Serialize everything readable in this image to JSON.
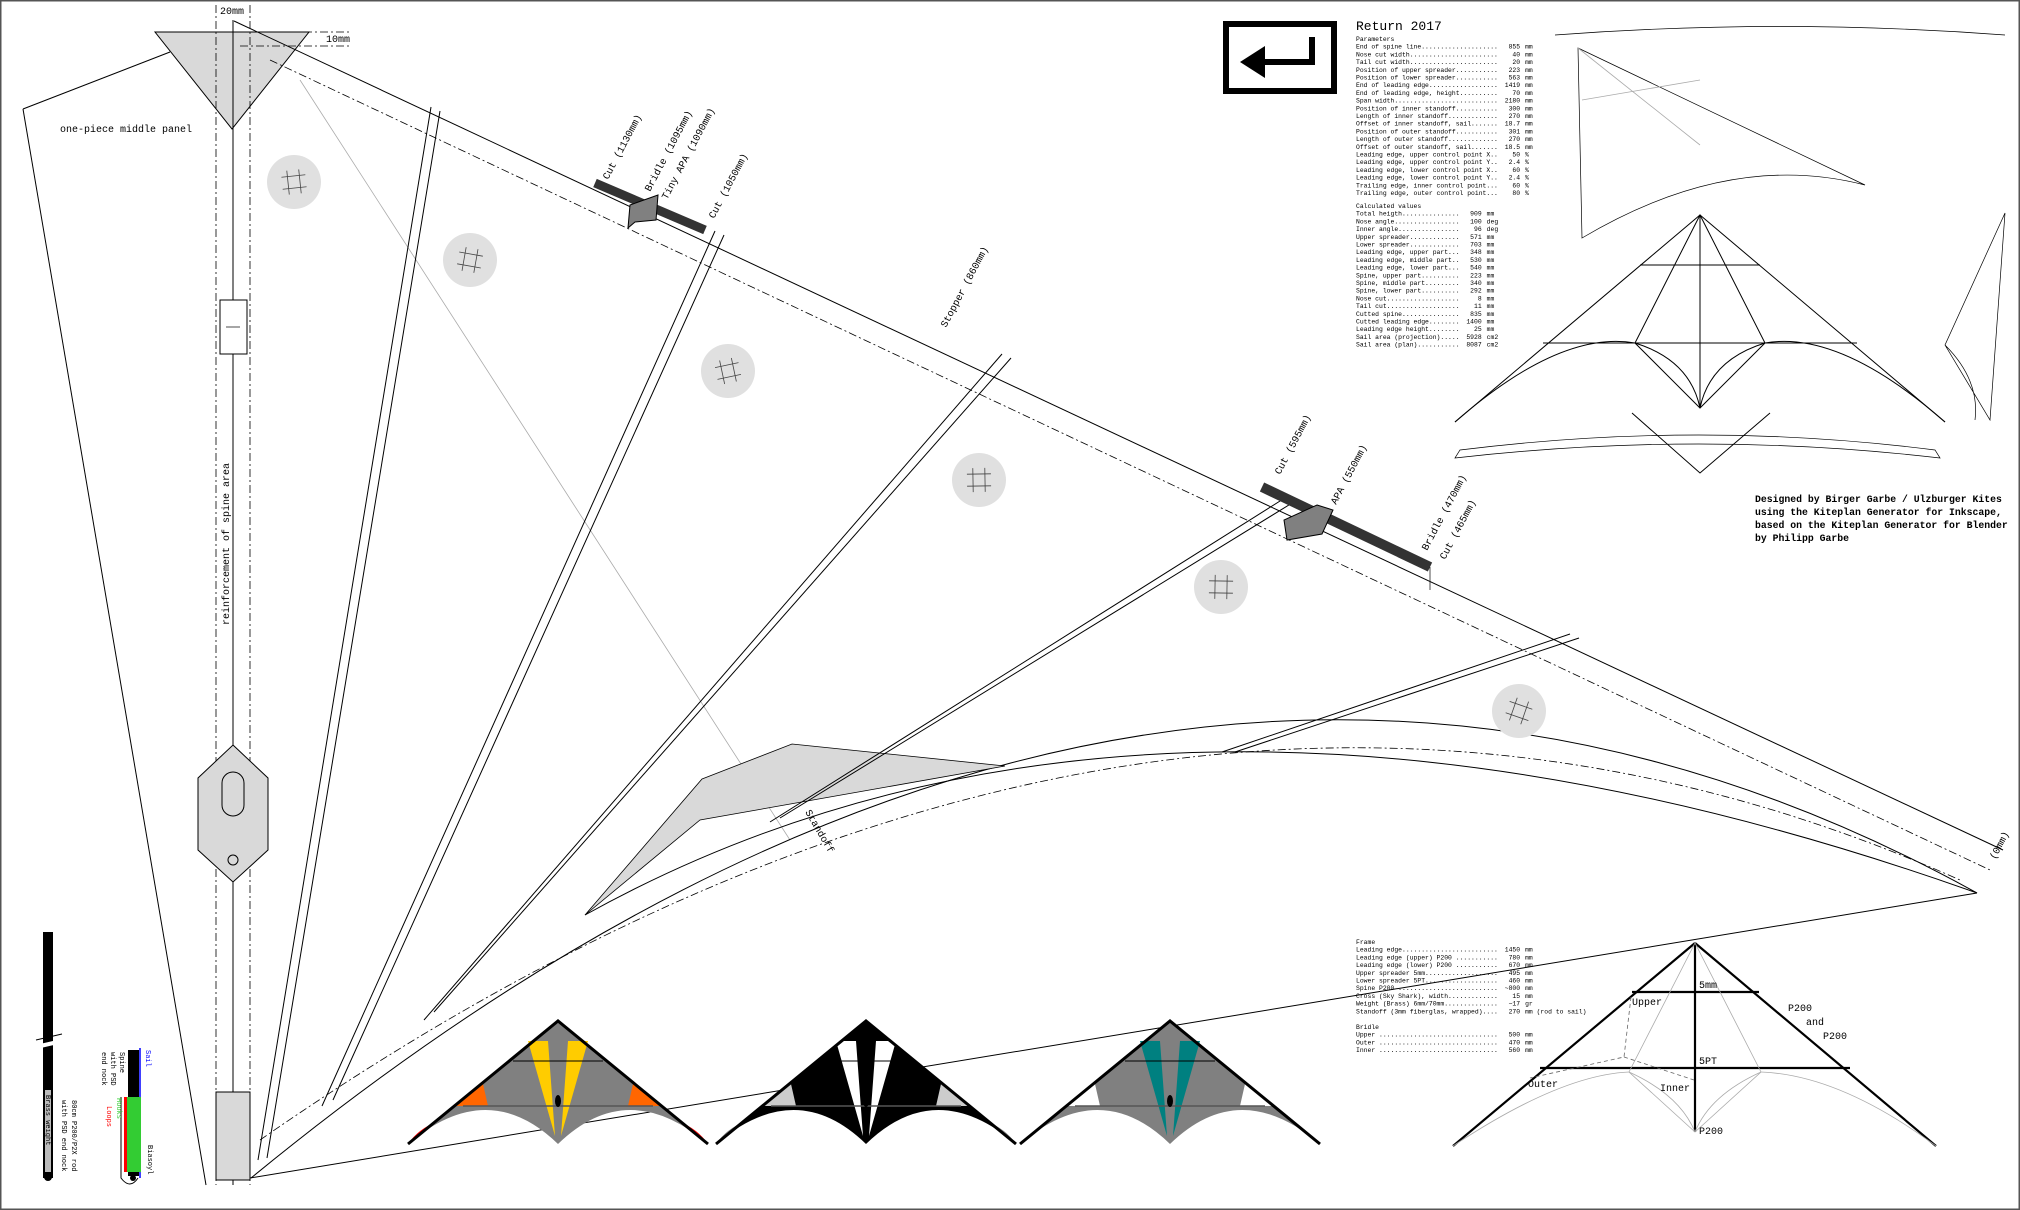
{
  "title": "Return 2017",
  "parameters": {
    "heading": "Parameters",
    "rows": [
      {
        "label": "End of spine line",
        "value": "855",
        "unit": "mm"
      },
      {
        "label": "Nose cut width",
        "value": "40",
        "unit": "mm"
      },
      {
        "label": "Tail cut width",
        "value": "20",
        "unit": "mm"
      },
      {
        "label": "Position of upper spreader",
        "value": "223",
        "unit": "mm"
      },
      {
        "label": "Position of lower spreader",
        "value": "563",
        "unit": "mm"
      },
      {
        "label": "End of leading edge",
        "value": "1419",
        "unit": "mm"
      },
      {
        "label": "End of leading edge, height",
        "value": "70",
        "unit": "mm"
      },
      {
        "label": "Span width",
        "value": "2180",
        "unit": "mm"
      },
      {
        "label": "Position of inner standoff",
        "value": "300",
        "unit": "mm"
      },
      {
        "label": "Length of inner standoff",
        "value": "270",
        "unit": "mm"
      },
      {
        "label": "Offset of inner standoff, sail",
        "value": "18.7",
        "unit": "mm"
      },
      {
        "label": "Position of outer standoff",
        "value": "301",
        "unit": "mm"
      },
      {
        "label": "Length of outer standoff",
        "value": "270",
        "unit": "mm"
      },
      {
        "label": "Offset of outer standoff, sail",
        "value": "18.5",
        "unit": "mm"
      },
      {
        "label": "Leading edge, upper control point X",
        "value": "50",
        "unit": "%"
      },
      {
        "label": "Leading edge, upper control point Y",
        "value": "2.4",
        "unit": "%"
      },
      {
        "label": "Leading edge, lower control point X",
        "value": "60",
        "unit": "%"
      },
      {
        "label": "Leading edge, lower control point Y",
        "value": "2.4",
        "unit": "%"
      },
      {
        "label": "Trailing edge, inner control point",
        "value": "60",
        "unit": "%"
      },
      {
        "label": "Trailing edge, outer control point",
        "value": "80",
        "unit": "%"
      }
    ]
  },
  "calculated": {
    "heading": "Calculated values",
    "rows": [
      {
        "label": "Total heigth",
        "value": "909",
        "unit": "mm"
      },
      {
        "label": "Nose angle",
        "value": "100",
        "unit": "deg"
      },
      {
        "label": "Inner angle",
        "value": "96",
        "unit": "deg"
      },
      {
        "label": "Upper spreader",
        "value": "571",
        "unit": "mm"
      },
      {
        "label": "Lower spreader",
        "value": "703",
        "unit": "mm"
      },
      {
        "label": "Leading edge, upper part",
        "value": "348",
        "unit": "mm"
      },
      {
        "label": "Leading edge, middle part",
        "value": "530",
        "unit": "mm"
      },
      {
        "label": "Leading edge, lower part",
        "value": "540",
        "unit": "mm"
      },
      {
        "label": "Spine, upper part",
        "value": "223",
        "unit": "mm"
      },
      {
        "label": "Spine, middle part",
        "value": "340",
        "unit": "mm"
      },
      {
        "label": "Spine, lower part",
        "value": "292",
        "unit": "mm"
      },
      {
        "label": "Nose cut",
        "value": "8",
        "unit": "mm"
      },
      {
        "label": "Tail cut",
        "value": "11",
        "unit": "mm"
      },
      {
        "label": "Cutted spine",
        "value": "835",
        "unit": "mm"
      },
      {
        "label": "Cutted leading edge",
        "value": "1400",
        "unit": "mm"
      },
      {
        "label": "Leading edge height",
        "value": "25",
        "unit": "mm"
      },
      {
        "label": "Sail area (projection)",
        "value": "5928",
        "unit": "cm2"
      },
      {
        "label": "Sail area (plan)",
        "value": "8087",
        "unit": "cm2"
      }
    ]
  },
  "frame": {
    "heading": "Frame",
    "rows": [
      {
        "label": "Leading edge",
        "value": "1450",
        "unit": "mm"
      },
      {
        "label": "Leading edge (upper) P200 ",
        "value": "780",
        "unit": "mm"
      },
      {
        "label": "Leading edge (lower) P200 ",
        "value": "670",
        "unit": "mm"
      },
      {
        "label": "Upper spreader 5mm",
        "value": "495",
        "unit": "mm"
      },
      {
        "label": "Lower spreader 5PT",
        "value": "460",
        "unit": "mm"
      },
      {
        "label": "Spine P200 ",
        "value": "~800",
        "unit": "mm"
      },
      {
        "label": "Cross (Sky Shark), width",
        "value": "15",
        "unit": "mm"
      },
      {
        "label": "Weight (Brass) 6mm/70mm",
        "value": "~17",
        "unit": "gr"
      },
      {
        "label": "Standoff (3mm fiberglas, wrapped)",
        "value": "270",
        "unit": "mm (rod to sail)"
      }
    ]
  },
  "bridle": {
    "heading": "Bridle",
    "rows": [
      {
        "label": "Upper ",
        "value": "500",
        "unit": "mm"
      },
      {
        "label": "Outer ",
        "value": "470",
        "unit": "mm"
      },
      {
        "label": "Inner ",
        "value": "560",
        "unit": "mm"
      }
    ]
  },
  "credits": [
    "Designed by Birger Garbe / Ulzburger Kites",
    "using the Kiteplan Generator for Inkscape,",
    "based on the Kiteplan Generator for Blender",
    "by Philipp Garbe"
  ],
  "plan_labels": {
    "middle_panel": "one-piece middle panel",
    "dim_20": "20mm",
    "dim_10": "10mm",
    "spine_reinforcement": "reinforcement of spine area",
    "cut_1130": "Cut (1130mm)",
    "bridle_1095": "Bridle (1095mm)",
    "tiny_apa_1090": "Tiny APA (1090mm)",
    "cut_1050": "Cut (1050mm)",
    "stopper_860": "Stopper (860mm)",
    "cut_595": "Cut (595mm)",
    "apa_550": "APA (550mm)",
    "bridle_470": "Bridle (470mm)",
    "cut_465": "Cut (465mm)",
    "zero": "(0mm)",
    "standoff": "Standoff"
  },
  "frame_diagram_labels": {
    "spreader_upper": "5mm",
    "spreader_lower": "5PT",
    "leading_edge_1": "P200",
    "leading_edge_and": "and",
    "leading_edge_2": "P200",
    "spine": "P200",
    "bridle_upper": "Upper",
    "bridle_outer": "Outer",
    "bridle_inner": "Inner"
  },
  "legend": {
    "rod": [
      "80cm P200/P2X rod",
      "with PSD end nock"
    ],
    "brass": "Brass weight",
    "spine": [
      "Spine",
      "with PSD",
      "end nock"
    ],
    "sail": "Sail",
    "hooks": "Hooks",
    "loops": "Loops",
    "biesoyl": "Biasoyl"
  },
  "colors": {
    "reinforcement": "#d9d9d9",
    "tape": "#333333",
    "sail_link": "#0000ff",
    "hooks": "#33cc33",
    "loops": "#ff0000"
  },
  "color_schemes": [
    {
      "name": "orange-yellow",
      "panels": [
        "#808080",
        "#ffcc00",
        "#ff6600",
        "#ff0000"
      ]
    },
    {
      "name": "black-white",
      "panels": [
        "#000000",
        "#ffffff",
        "#cccccc",
        "#808080"
      ]
    },
    {
      "name": "teal",
      "panels": [
        "#808080",
        "#008080",
        "#ffffff",
        "#ffffff"
      ]
    }
  ]
}
